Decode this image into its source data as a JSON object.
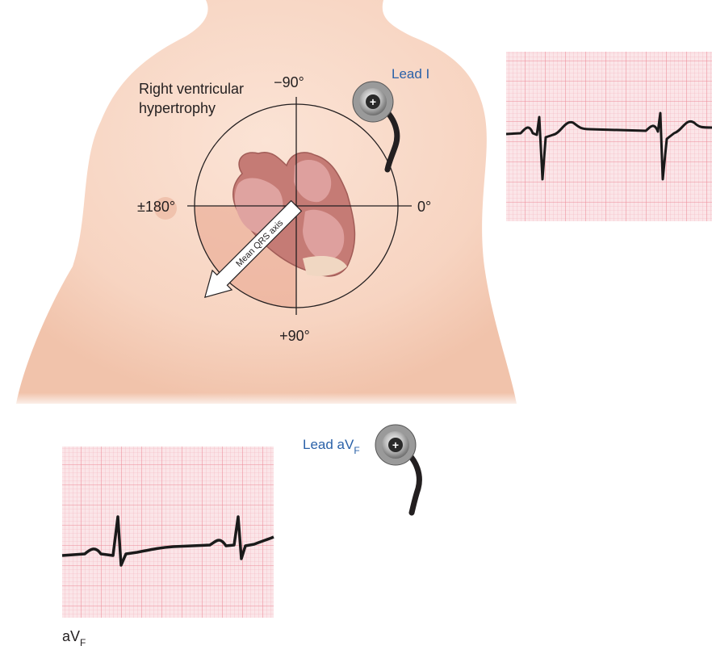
{
  "diagram": {
    "condition_label_line1": "Right ventricular",
    "condition_label_line2": "hypertrophy",
    "angle_top": "−90°",
    "angle_bottom": "+90°",
    "angle_left": "±180°",
    "angle_right": "0°",
    "axis_arrow_label": "Mean QRS axis",
    "lead_i_label": "Lead I",
    "lead_avf_label_main": "Lead aV",
    "lead_avf_label_sub": "F",
    "electrode_symbol": "+",
    "avf_caption_main": "aV",
    "avf_caption_sub": "F"
  },
  "colors": {
    "skin": "#f7d7c6",
    "skin_shadow": "#eebfa8",
    "ecg_bg": "#fbe1e4",
    "ecg_grid": "#f19aa6",
    "label_blue": "#2a61a8",
    "trace": "#1a1a1a"
  }
}
